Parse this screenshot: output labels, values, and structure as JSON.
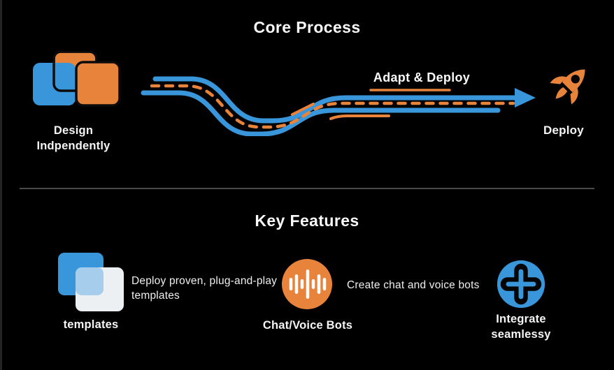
{
  "colors": {
    "background": "#000000",
    "blue": "#3a96da",
    "orange": "#e8833c",
    "divider": "#4a4a4a",
    "text": "#ffffff"
  },
  "core_process": {
    "title": "Core Process",
    "start_label": "Design\nIndpendently",
    "start_icon": "overlapping-squares-icon",
    "path_label": "Adapt & Deploy",
    "end_label": "Deploy",
    "end_icon": "rocket-icon"
  },
  "key_features": {
    "title": "Key Features",
    "features": [
      {
        "icon": "template-squares-icon",
        "description": "Deploy proven, plug-and-play\ntemplates",
        "label": "templates"
      },
      {
        "icon": "voice-waveform-icon",
        "description": "Create chat and voice bots",
        "label": "Chat/Voice Bots"
      },
      {
        "icon": "plus-circle-icon",
        "description": "",
        "label": "Integrate\nseamlessy"
      }
    ]
  }
}
